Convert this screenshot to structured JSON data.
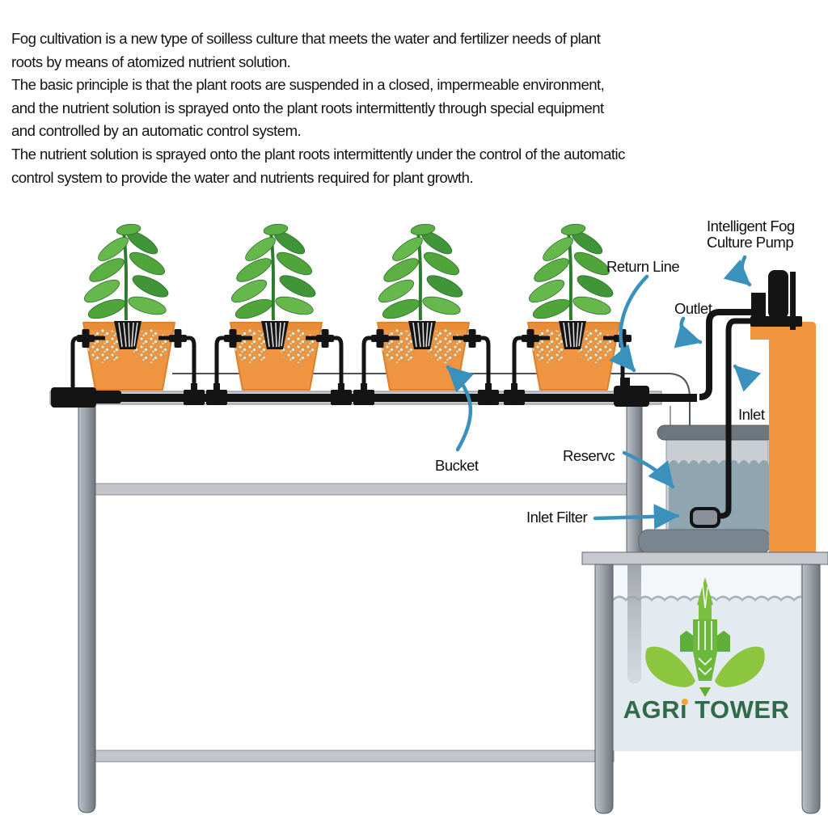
{
  "intro": {
    "text": "Fog cultivation is a new type of soilless culture that meets the water and fertilizer needs of plant\nroots by means of atomized nutrient solution.\nThe basic principle is that the plant roots are suspended in a closed, impermeable environment,\nand the nutrient solution is sprayed onto the plant roots intermittently through special equipment\nand controlled by an automatic control system.\nThe nutrient solution is sprayed onto the plant roots intermittently under the control of the automatic\ncontrol system to provide the water and nutrients required for plant growth."
  },
  "labels": {
    "return_line": "Return Line",
    "pump_line1": "Intelligent Fog",
    "pump_line2": "Culture Pump",
    "outlet": "Outlet",
    "inlet": "Inlet",
    "bucket": "Bucket",
    "reservoir": "Reservc",
    "inlet_filter": "Inlet Filter"
  },
  "logo": {
    "brand_left": "AGRi",
    "brand_right": "TOWER",
    "dot_color": "#F3A63B",
    "text_color": "#2F6B4A"
  },
  "colors": {
    "arrow_blue": "#3A92BC",
    "bucket_orange": "#EF9440",
    "tower_orange": "#F0943E",
    "leaf_green": "#8CC63E",
    "logo_green_dark": "#5FAE38",
    "reservoir_water": "#8FA6B0",
    "tank_water": "#E4EBF0",
    "pipe_black": "#141414",
    "frame_gray": "#9AA1A8"
  },
  "diagram": {
    "bucket_count": 4
  }
}
